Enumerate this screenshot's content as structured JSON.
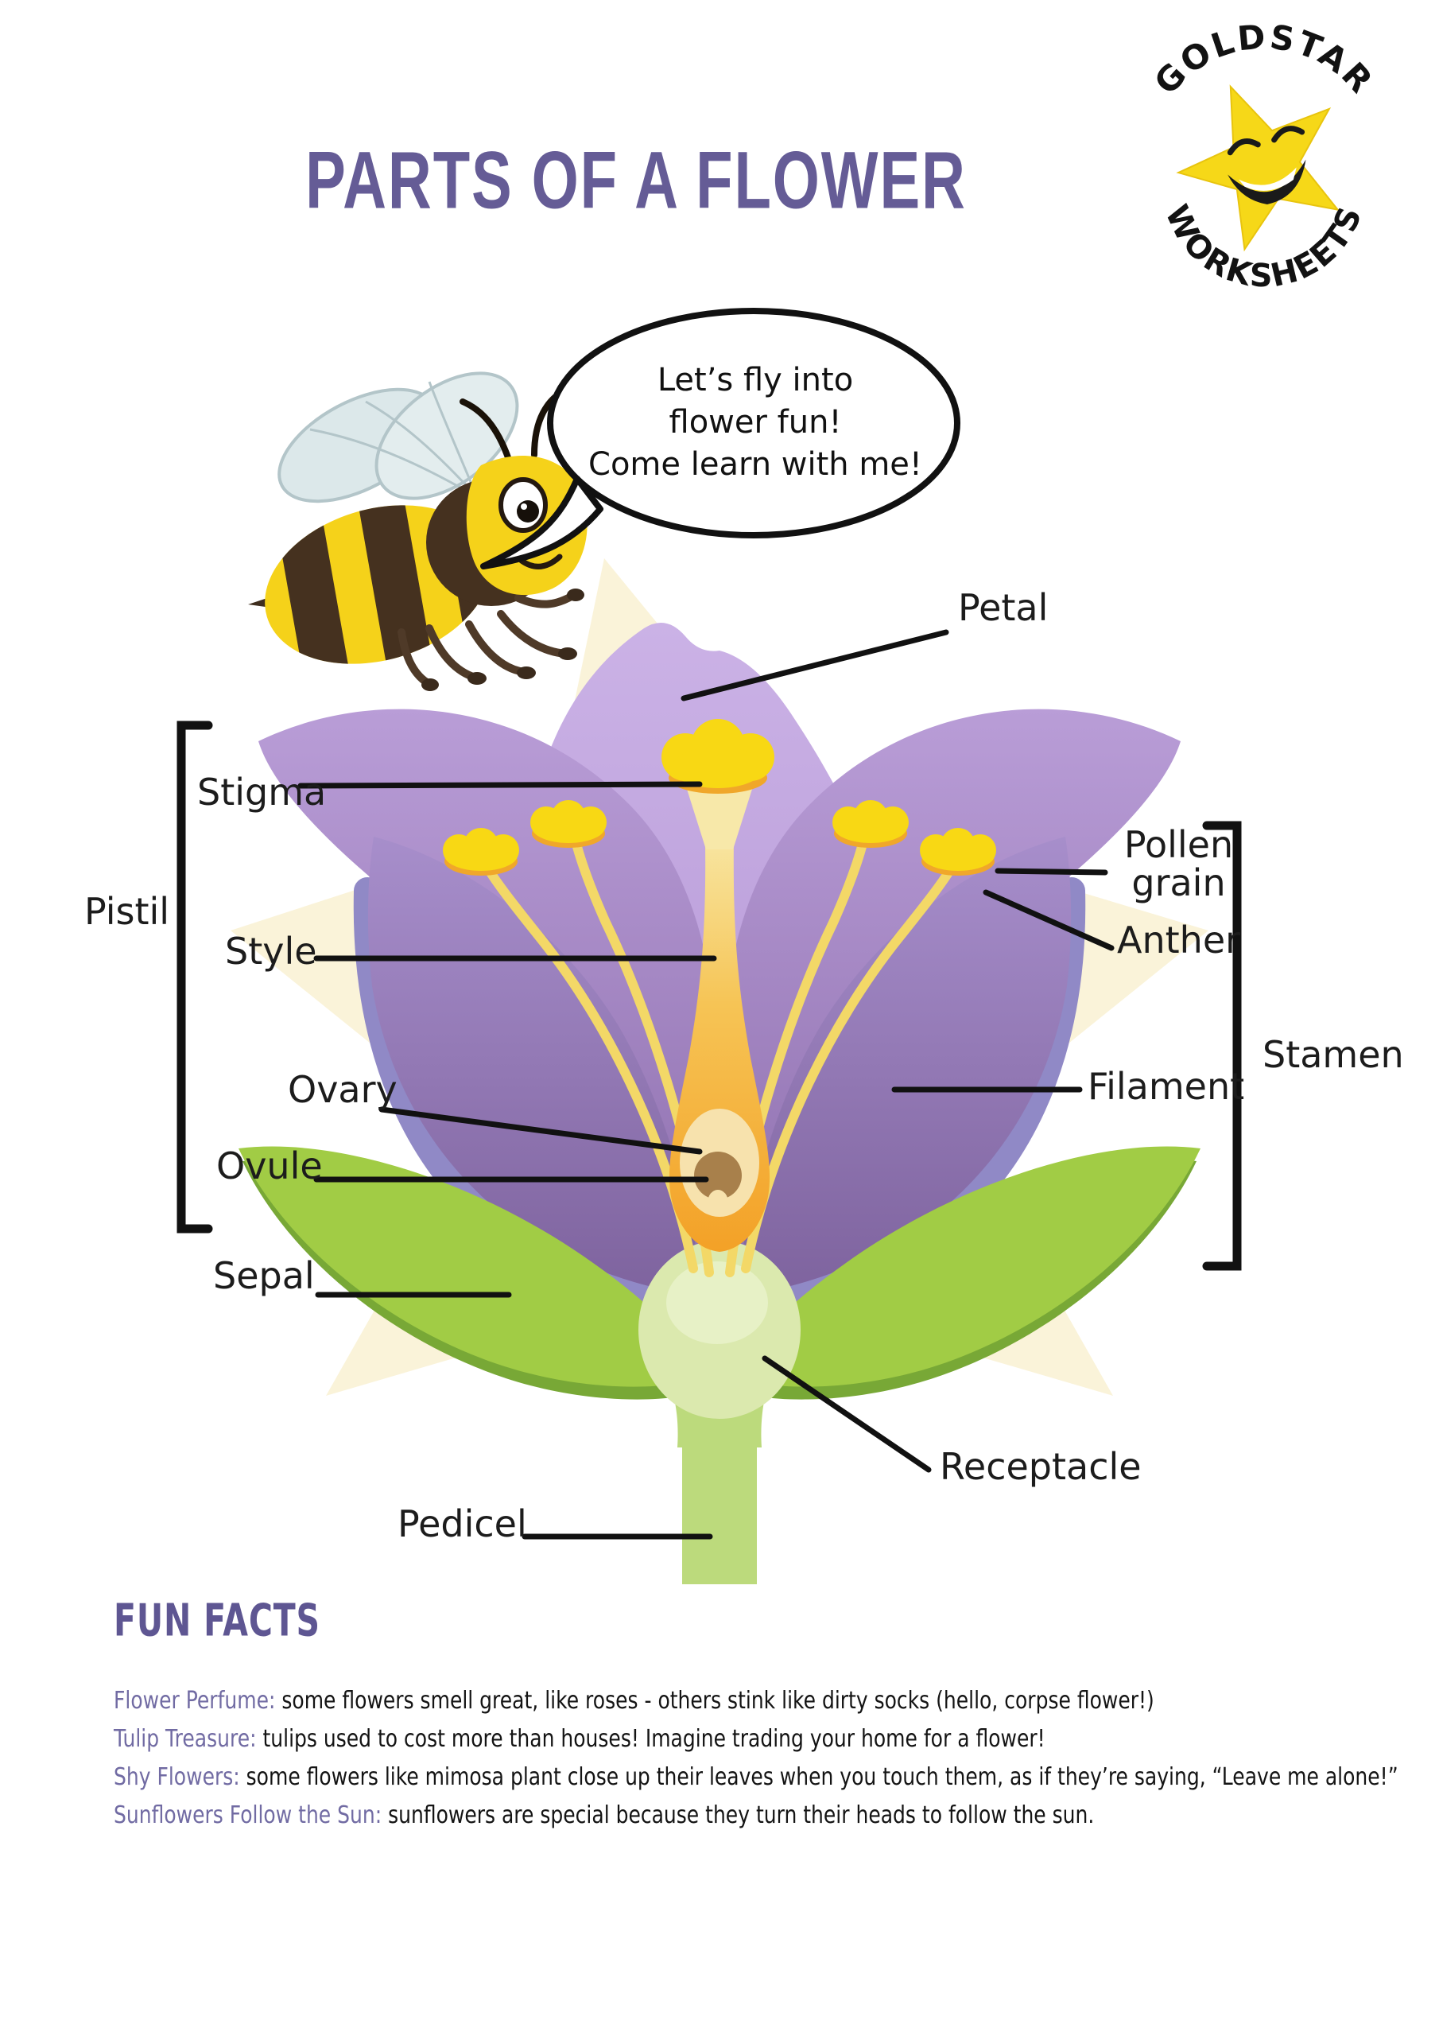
{
  "title": "PARTS OF A FLOWER",
  "logo": {
    "arc_top": "GOLDSTAR",
    "arc_bottom": "WORKSHEETS",
    "star_color": "#f6d818"
  },
  "bee_speech": {
    "line1": "Let’s fly into",
    "line2": "flower fun!",
    "line3": "Come learn with me!"
  },
  "diagram_labels": {
    "petal": "Petal",
    "stigma": "Stigma",
    "pistil": "Pistil",
    "style": "Style",
    "ovary": "Ovary",
    "ovule": "Ovule",
    "sepal": "Sepal",
    "pedicel": "Pedicel",
    "pollen_grain_line1": "Pollen",
    "pollen_grain_line2": "grain",
    "anther": "Anther",
    "stamen": "Stamen",
    "filament": "Filament",
    "receptacle": "Receptacle"
  },
  "fun_facts": {
    "heading": "FUN FACTS",
    "items": [
      {
        "label": "Flower Perfume:",
        "text": " some flowers smell great, like roses - others stink like dirty socks (hello, corpse flower!)"
      },
      {
        "label": "Tulip Treasure:",
        "text": " tulips used to cost more than houses! Imagine trading your home for a flower!"
      },
      {
        "label": "Shy Flowers:",
        "text": " some flowers like mimosa plant close up their leaves when you touch them, as if they’re saying, “Leave me alone!”"
      },
      {
        "label": "Sunflowers Follow the Sun:",
        "text": " sunflowers are special because they turn their heads to follow the sun."
      }
    ]
  },
  "colors": {
    "title_purple": "#655c96",
    "facts_purple": "#716ba3",
    "label_black": "#1c1c1c",
    "petal_light": "#cbb2e6",
    "petal_outer_top": "#b99dd7",
    "petal_outer_bottom": "#8b6cab",
    "petal_rim_blue": "#9089c6",
    "sepal_green": "#a1cc45",
    "sepal_dark_green": "#78a836",
    "stem_green": "#bcda7c",
    "receptacle_green": "#dbe9ae",
    "pollen_yellow": "#f8d814",
    "anther_orange": "#f0a72a",
    "filament_yellow": "#f3d867",
    "ovary_orange": "#f4a62b",
    "ovary_cream": "#f7e2ad",
    "ovule_brown": "#a8804b",
    "cream_background": "#faf3d9",
    "bee_yellow": "#f5d21a",
    "bee_brown": "#45311f"
  }
}
